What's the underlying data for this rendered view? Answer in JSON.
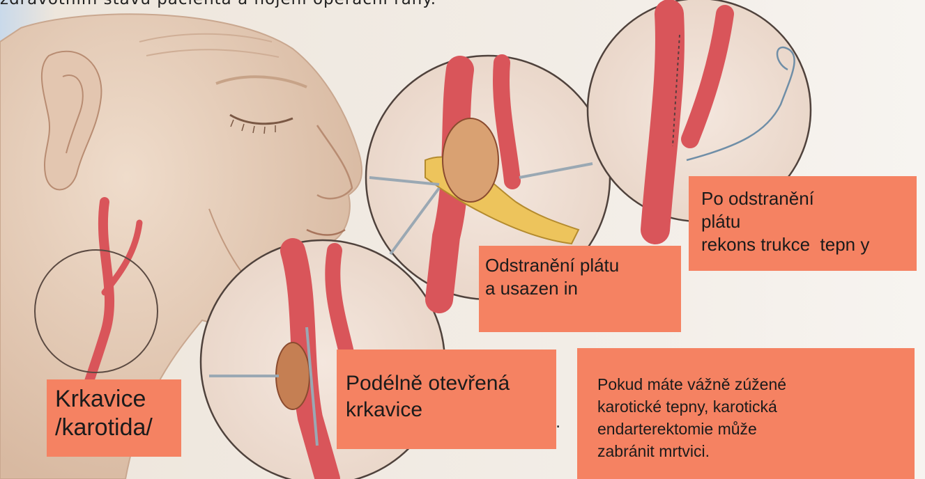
{
  "top_caption": "zdravotním stavu pacienta a hojení operační rány.",
  "labels": {
    "krkavice": [
      "Krkavice",
      "/karotida/"
    ],
    "podelne": [
      "Podélně otevřená",
      "krkavice"
    ],
    "odstraneni": [
      "Odstranění plátu",
      "a usazen in"
    ],
    "po_odstraneni": [
      "Po odstranění",
      "plátu",
      "rekons trukce  tepn y"
    ],
    "pokud": [
      "Pokud máte vážně zúžené",
      "karotické tepny, karotická",
      "endarterektomie může",
      "zabránit mrtvici."
    ]
  },
  "colors": {
    "label_background": "#f58262",
    "artery": "#d9555a",
    "skin": "#e9d3bf"
  }
}
